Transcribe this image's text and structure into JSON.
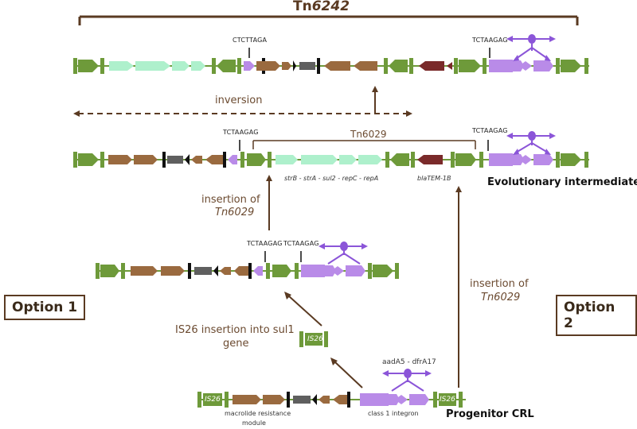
{
  "title": {
    "prefix": "Tn",
    "number": "6242"
  },
  "options": {
    "option1": "Option 1",
    "option2": "Option 2"
  },
  "labels": {
    "evolutionary_intermediate": "Evolutionary intermediate",
    "progenitor": "Progenitor  CRL",
    "inversion": "inversion",
    "tn6029": "Tn6029",
    "insertion_left_line1": "insertion of",
    "insertion_left_line2": "Tn6029",
    "insertion_right_line1": "insertion of",
    "insertion_right_line2": "Tn6029",
    "is26_insertion_line1": "IS26 insertion into sul1",
    "is26_insertion_line2": "gene",
    "gene_list": "strB - strA - sul2 - repC - repA",
    "bla": "blaTEM-1B",
    "cassettes": "aadA5 - dfrA17",
    "class1": "class 1 integron",
    "macrolide_line1": "macrolide resistance",
    "macrolide_line2": "module",
    "is26": "IS26"
  },
  "sequences": {
    "top_left": "CTCTTAGA",
    "top_right": "TCTAAGAG",
    "mid_left": "TCTAAGAG",
    "mid_right": "TCTAAGAG",
    "lower_left": "TCTAAGAG",
    "lower_right": "TCTAAGAG"
  },
  "colors": {
    "is_element": "#6e9a3a",
    "green_light": "#aef0cc",
    "brown": "#9a6a3f",
    "dark_red": "#7a2a2a",
    "purple": "#b98be8",
    "grey": "#5f5f5f",
    "black": "#111111",
    "connector": "#5a3a22"
  }
}
